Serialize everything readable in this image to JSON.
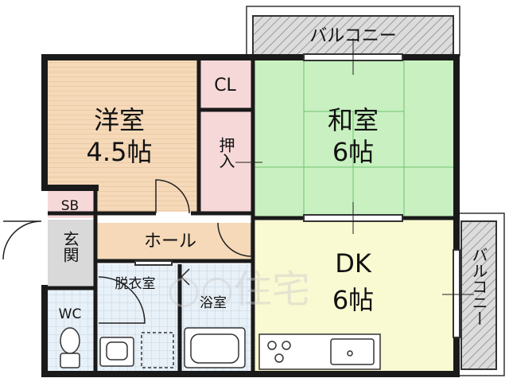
{
  "rooms": {
    "western_room": {
      "name": "洋室",
      "size": "4.5帖"
    },
    "japanese_room": {
      "name": "和室",
      "size": "6帖"
    },
    "dk": {
      "name": "DK",
      "size": "6帖"
    },
    "closet": "CL",
    "oshiire": "押入",
    "shoe_box": "SB",
    "entrance": "玄関",
    "hall": "ホール",
    "dressing_room": "脱衣室",
    "bathroom": "浴室",
    "wc": "WC",
    "balcony_top": "バルコニー",
    "balcony_right": "バルコニー"
  },
  "watermark": "○○住宅",
  "colors": {
    "wall": "#1a1a1a",
    "western_room": "#f5d9b8",
    "japanese_room": "#c8f0c0",
    "dk": "#fafad2",
    "closet_pink": "#f7d8d8",
    "hall": "#f5d9b8",
    "wet_area": "#e4eef7",
    "entrance": "#d9d9d9",
    "balcony_hatch": "#bfbfbf"
  }
}
